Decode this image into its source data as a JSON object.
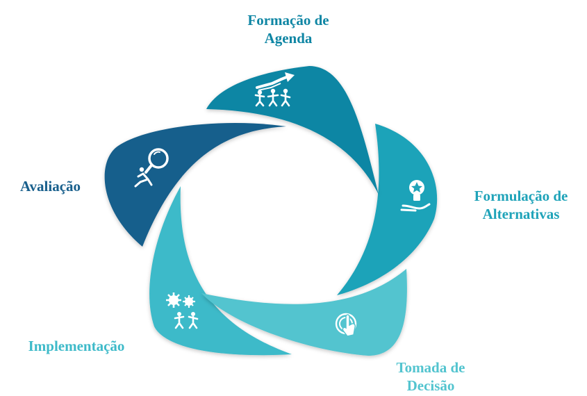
{
  "stages": [
    {
      "key": "agenda",
      "lines": [
        "Formação de",
        "Agenda"
      ],
      "color": "#0f86a4",
      "icon": "team-growth-icon"
    },
    {
      "key": "alternativas",
      "lines": [
        "Formulação de",
        "Alternativas"
      ],
      "color": "#1fa3b9",
      "icon": "lightbulb-hand-icon"
    },
    {
      "key": "decisao",
      "lines": [
        "Tomada de",
        "Decisão"
      ],
      "color": "#53c4cf",
      "icon": "touch-button-icon"
    },
    {
      "key": "implementacao",
      "lines": [
        "Implementação"
      ],
      "color": "#3ebac9",
      "icon": "gears-team-icon"
    },
    {
      "key": "avaliacao",
      "lines": [
        "Avaliação"
      ],
      "color": "#185f8c",
      "icon": "magnifier-person-icon"
    }
  ]
}
